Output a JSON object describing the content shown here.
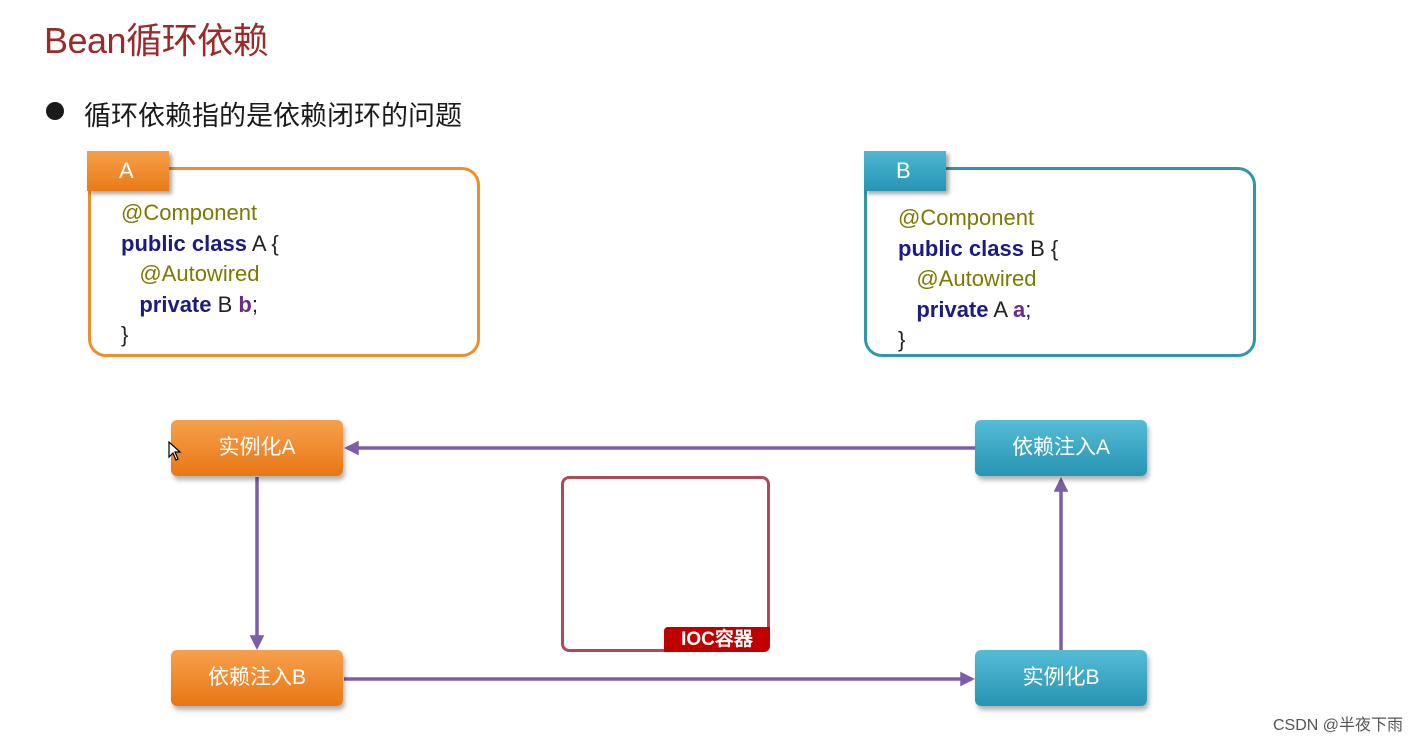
{
  "title": "Bean循环依赖",
  "bullet_text": "循环依赖指的是依赖闭环的问题",
  "class_a": {
    "tab": "A",
    "annotation": "@Component",
    "kw_public_class": "public class",
    "class_decl_rest": " A {",
    "field_annotation": "@Autowired",
    "kw_private": "private",
    "field_type": " B ",
    "field_name": "b",
    "semicolon": ";",
    "closing": "}"
  },
  "class_b": {
    "tab": "B",
    "annotation": "@Component",
    "kw_public_class": "public class",
    "class_decl_rest": " B {",
    "field_annotation": "@Autowired",
    "kw_private": "private",
    "field_type": " A ",
    "field_name": "a",
    "semicolon": ";",
    "closing": "}"
  },
  "flow": {
    "instantiate_a": "实例化A",
    "inject_b": "依赖注入B",
    "instantiate_b": "实例化B",
    "inject_a": "依赖注入A"
  },
  "ioc_container_label": "IOC容器",
  "watermark": "CSDN @半夜下雨",
  "colors": {
    "title": "#9b2a2a",
    "orange": "#ee8f2c",
    "teal": "#2e97ad",
    "arrow": "#7b5ea7",
    "ioc_border": "#b04a58",
    "ioc_label_bg": "#c00000"
  }
}
